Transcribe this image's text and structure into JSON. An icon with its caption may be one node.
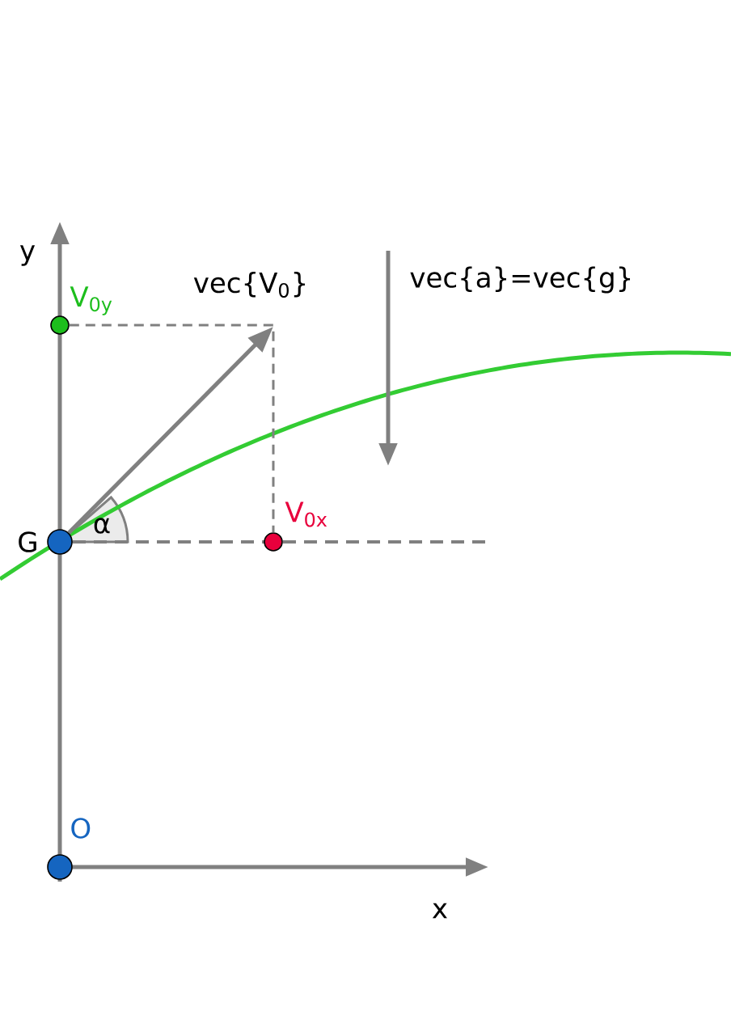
{
  "diagram": {
    "nodes": [
      {
        "text": [
          "V$_{0y}$"
        ]
      },
      {
        "text": [
          "G"
        ]
      },
      {
        "text": [
          "V$_{0x}$"
        ]
      },
      {
        "text": [
          "O"
        ]
      }
    ],
    "edges": [
      {
        "from": 1,
        "to": null,
        "arrow": "to",
        "label": "vec{V$_{0}$}"
      },
      {
        "from": 0,
        "to": 2,
        "arrow": "none",
        "style": "dashed"
      }
    ],
    "labels": [
      "y",
      "vec{a}=vec{g}",
      "α",
      "x"
    ]
  }
}
